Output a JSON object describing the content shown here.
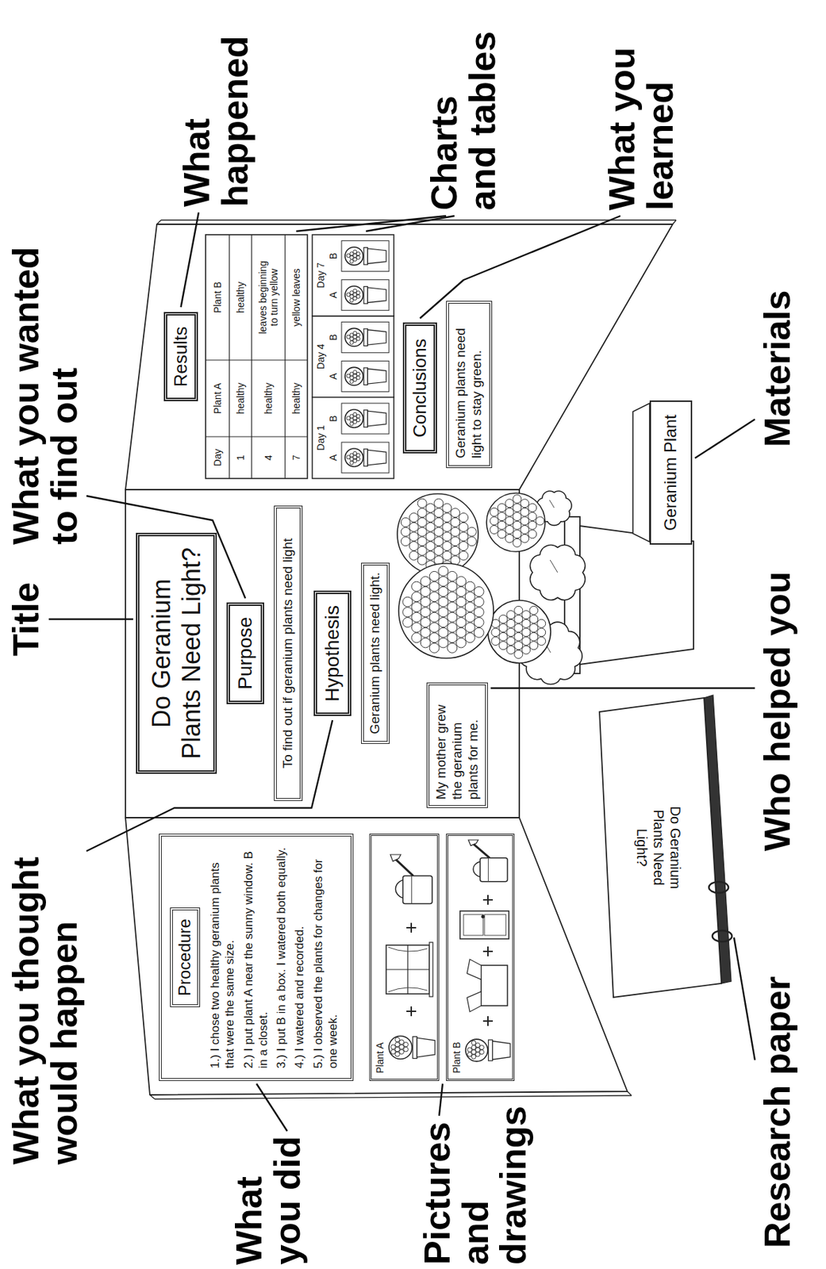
{
  "diagram": {
    "nodes": [
      {
        "text": [
          "Do Geranium Plants Need Light?"
        ]
      },
      {
        "text": [
          "Purpose"
        ]
      },
      {
        "text": [
          "To find out if geranium plants need light"
        ]
      },
      {
        "text": [
          "Hypothesis"
        ]
      },
      {
        "text": [
          "Geranium plants need light."
        ]
      },
      {
        "text": [
          "My mother grew the geranium plants for me."
        ]
      },
      {
        "text": [
          "1.) I chose two healthy geranium plants that were the same size.",
          "2.) I put plant A near the sunny window. B in a closet.",
          "3.) I put B in a box. I watered both equally.",
          "4.) I watered and recorded.",
          "5.) I observed the plants for changes for one week."
        ]
      },
      {
        "text": [
          "Procedure"
        ],
        "in": 6
      },
      {
        "text": [
          "Plant A"
        ]
      },
      {
        "text": [
          "Plant B"
        ]
      },
      {
        "text": [
          "Results"
        ]
      },
      {
        "text": [
          "Conclusions"
        ]
      },
      {
        "text": [
          "Geranium plants need light to stay green."
        ]
      },
      {
        "text": [
          "Geranium Plant"
        ]
      },
      {
        "text": [
          "Do Geranium Plants Need Light?"
        ]
      }
    ],
    "labels": [
      "What you thought would happen",
      "Title",
      "What you wanted to find out",
      "What happened",
      "Charts and tables",
      "What you learned",
      "What you did",
      "Pictures and drawings",
      "Who helped you",
      "Materials",
      "Research paper",
      "Day",
      "Plant A",
      "Plant B",
      "1",
      "healthy",
      "healthy",
      "4",
      "healthy",
      "leaves beginning to turn yellow",
      "7",
      "healthy",
      "yellow leaves",
      "Day 1",
      "A",
      "B",
      "Day 4",
      "A",
      "B",
      "Day 7",
      "A",
      "B"
    ]
  }
}
